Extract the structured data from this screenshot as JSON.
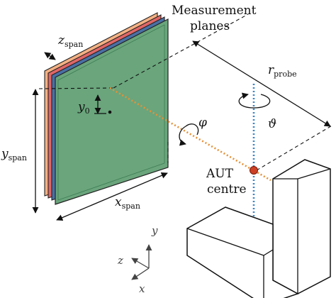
{
  "labels": {
    "measurement_planes_line1": "Measurement",
    "measurement_planes_line2": "planes",
    "aut_centre_line1": "AUT",
    "aut_centre_line2": "centre"
  },
  "math": {
    "z_span_base": "z",
    "z_span_sub": "span",
    "y_span_base": "y",
    "y_span_sub": "span",
    "x_span_base": "x",
    "x_span_sub": "span",
    "y0_base": "y",
    "y0_sub": "0",
    "r_probe_base": "r",
    "r_probe_sub": "probe",
    "phi": "φ",
    "theta": "ϑ"
  },
  "axes": {
    "y": "y",
    "z": "z",
    "x": "x"
  },
  "colors": {
    "plane_back": "#f4b183",
    "plane_middle": "#e06666",
    "plane_front": "#6aa57c",
    "plane_front_edge": "#3d7a52",
    "probe_line": "#e69138",
    "vertical_axis": "#3d85c6",
    "aut_dot": "#cc4125"
  }
}
